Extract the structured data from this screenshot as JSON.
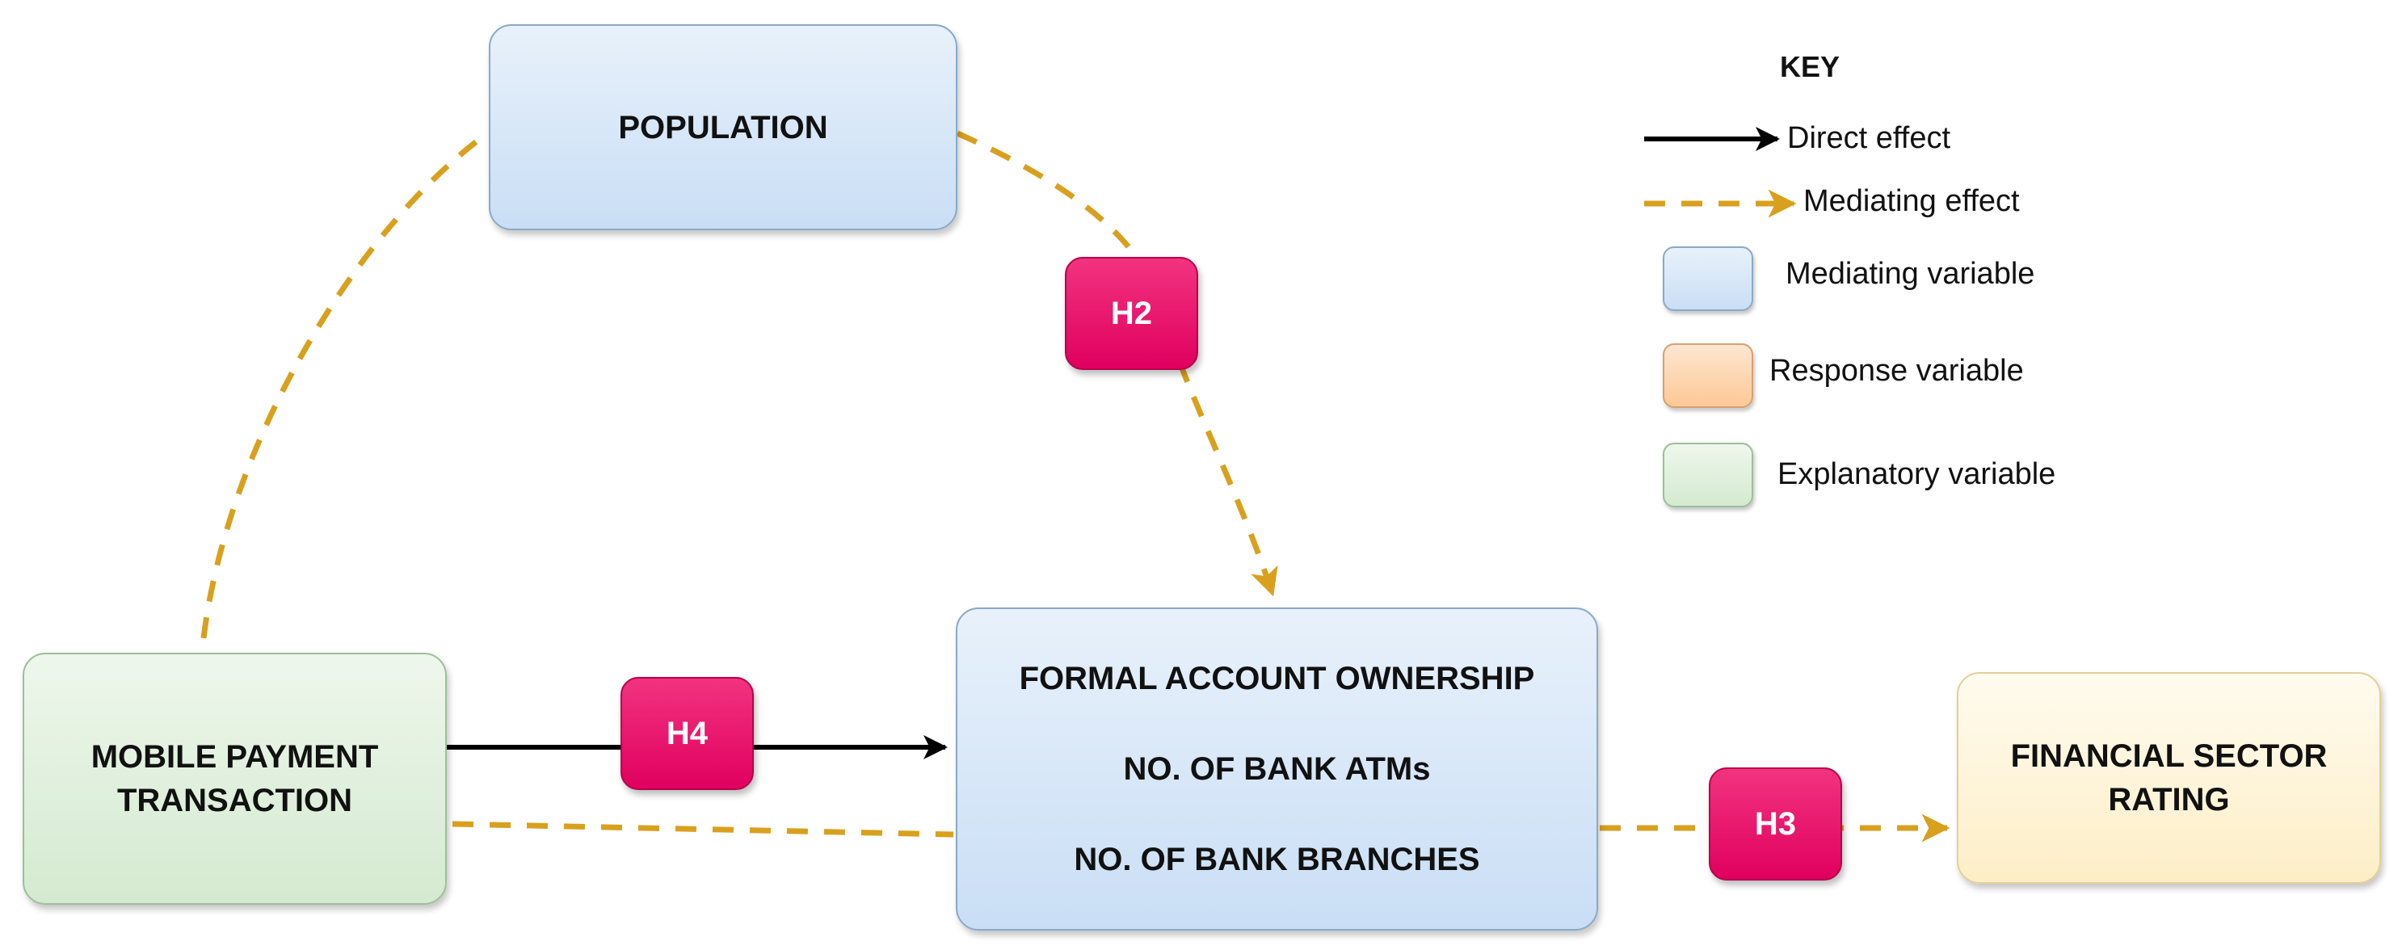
{
  "nodes": {
    "population": [
      "POPULATION"
    ],
    "mobile_payment": [
      "MOBILE PAYMENT",
      "TRANSACTION"
    ],
    "formal_account": [
      "FORMAL ACCOUNT OWNERSHIP",
      "NO. OF BANK ATMs",
      "NO. OF BANK BRANCHES"
    ],
    "financial_sector": [
      "FINANCIAL SECTOR",
      "RATING"
    ]
  },
  "hypotheses": {
    "h2": "H2",
    "h3": "H3",
    "h4": "H4"
  },
  "key": {
    "title": "KEY",
    "direct_effect": "Direct effect",
    "mediating_effect": "Mediating effect",
    "mediating_variable": "Mediating variable",
    "response_variable": "Response variable",
    "explanatory_variable": "Explanatory variable"
  },
  "colors": {
    "direct_arrow": "#000000",
    "mediating_arrow": "#d9a01e",
    "hypothesis_badge": "#e6006a",
    "mediating_fill": "#d6e6f7",
    "response_fill": "#fdf0cc",
    "explanatory_fill": "#dbeed7",
    "key_response_swatch": "#fcd5b4"
  }
}
